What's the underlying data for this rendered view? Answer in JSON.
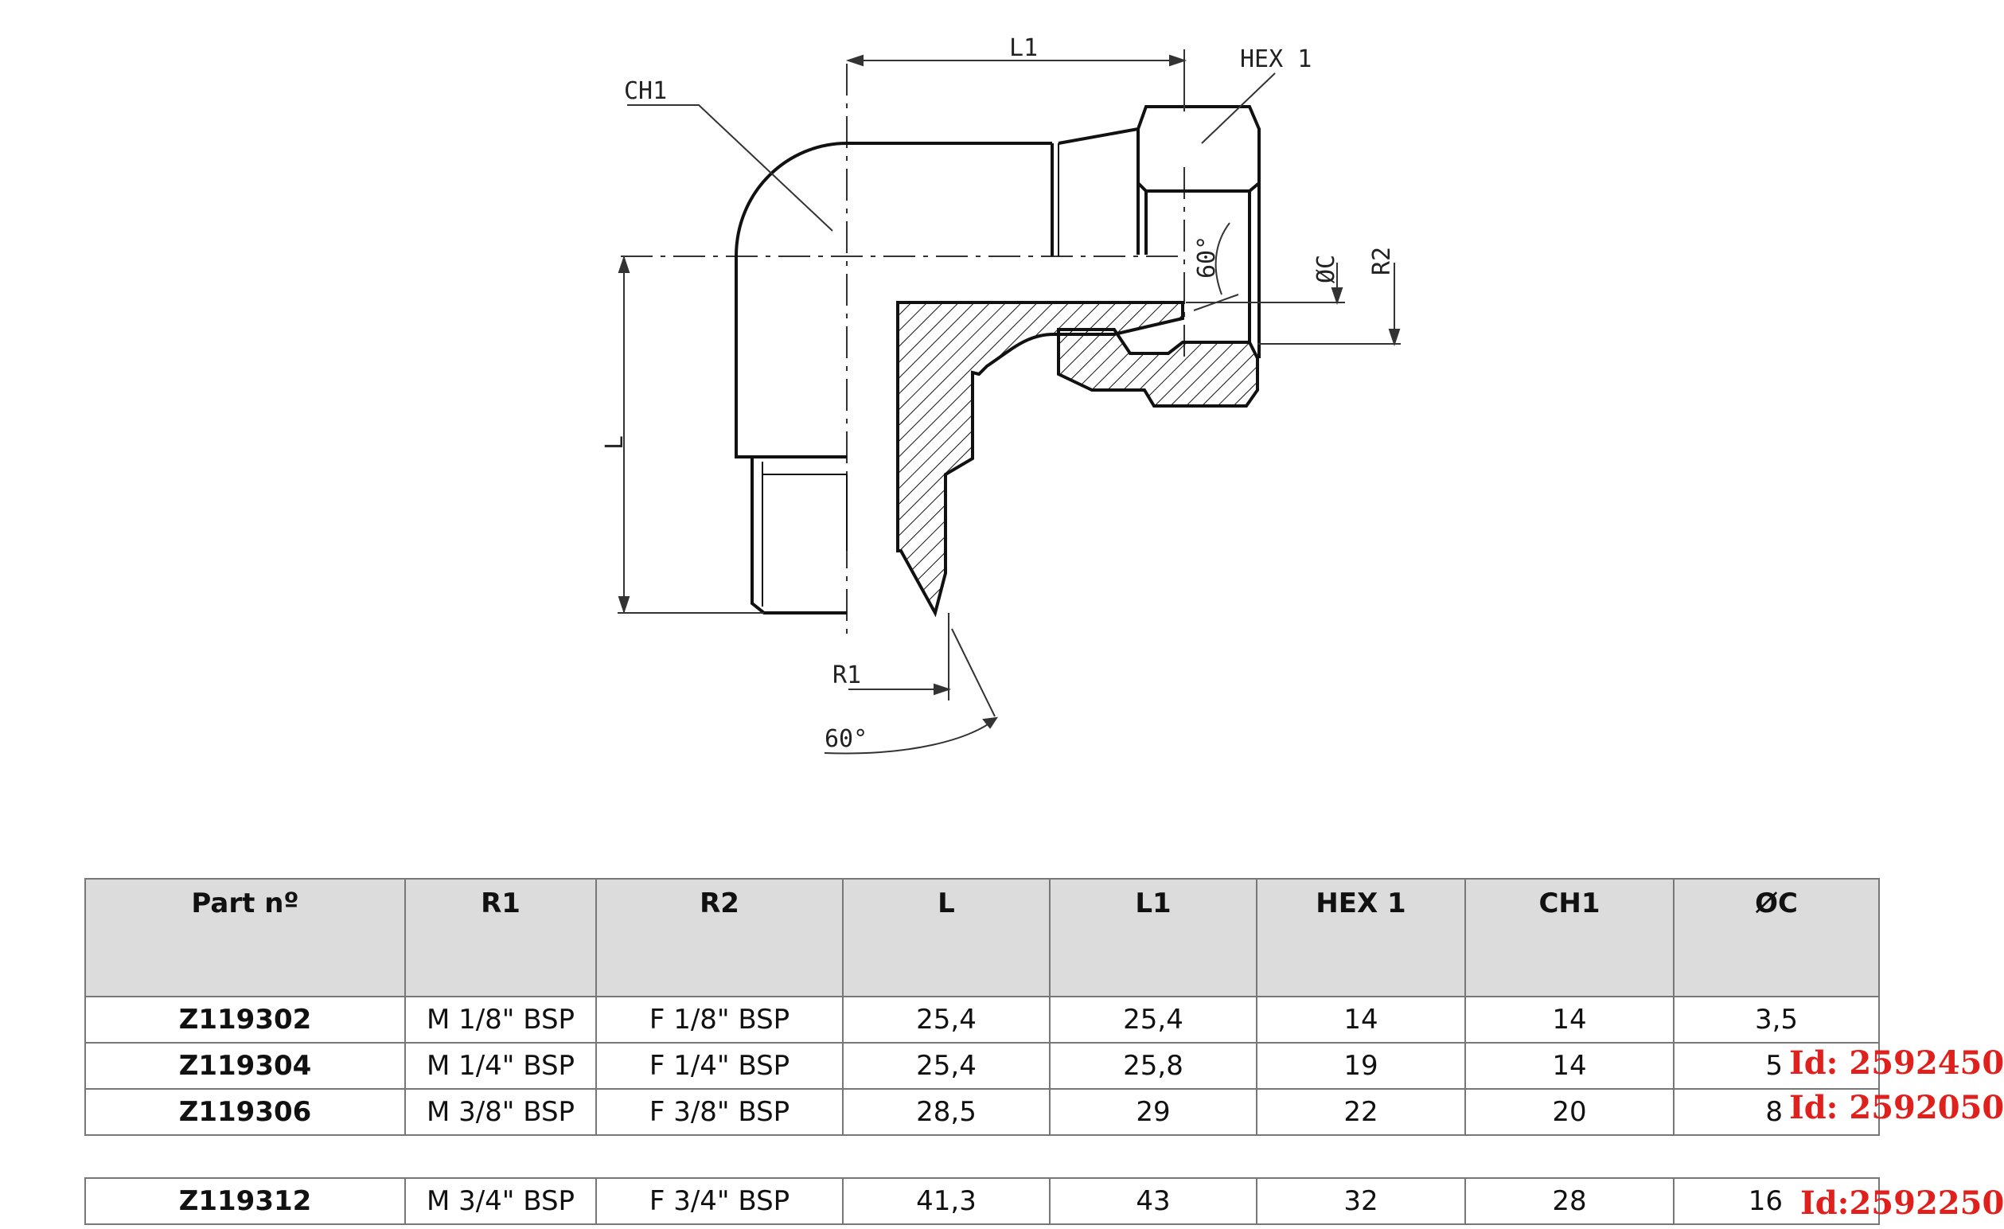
{
  "drawing": {
    "labels": {
      "l1": "L1",
      "hex1": "HEX 1",
      "ch1": "CH1",
      "l": "L",
      "r1": "R1",
      "r2": "R2",
      "oc": "ØC",
      "angle_top": "60°",
      "angle_bottom": "60°"
    }
  },
  "table": {
    "headers": [
      "Part nº",
      "R1",
      "R2",
      "L",
      "L1",
      "HEX 1",
      "CH1",
      "ØC"
    ],
    "rows": [
      {
        "part": "Z119302",
        "r1": "M 1/8\" BSP",
        "r2": "F 1/8\" BSP",
        "l": "25,4",
        "l1": "25,4",
        "hex1": "14",
        "ch1": "14",
        "oc": "3,5"
      },
      {
        "part": "Z119304",
        "r1": "M 1/4\" BSP",
        "r2": "F 1/4\" BSP",
        "l": "25,4",
        "l1": "25,8",
        "hex1": "19",
        "ch1": "14",
        "oc": "5"
      },
      {
        "part": "Z119306",
        "r1": "M 3/8\" BSP",
        "r2": "F 3/8\" BSP",
        "l": "28,5",
        "l1": "29",
        "hex1": "22",
        "ch1": "20",
        "oc": "8"
      },
      {
        "part": "Z119312",
        "r1": "M 3/4\" BSP",
        "r2": "F 3/4\" BSP",
        "l": "41,3",
        "l1": "43",
        "hex1": "32",
        "ch1": "28",
        "oc": "16"
      }
    ]
  },
  "ids": [
    "Id: 2592450",
    "Id: 2592050",
    "Id:2592250"
  ]
}
